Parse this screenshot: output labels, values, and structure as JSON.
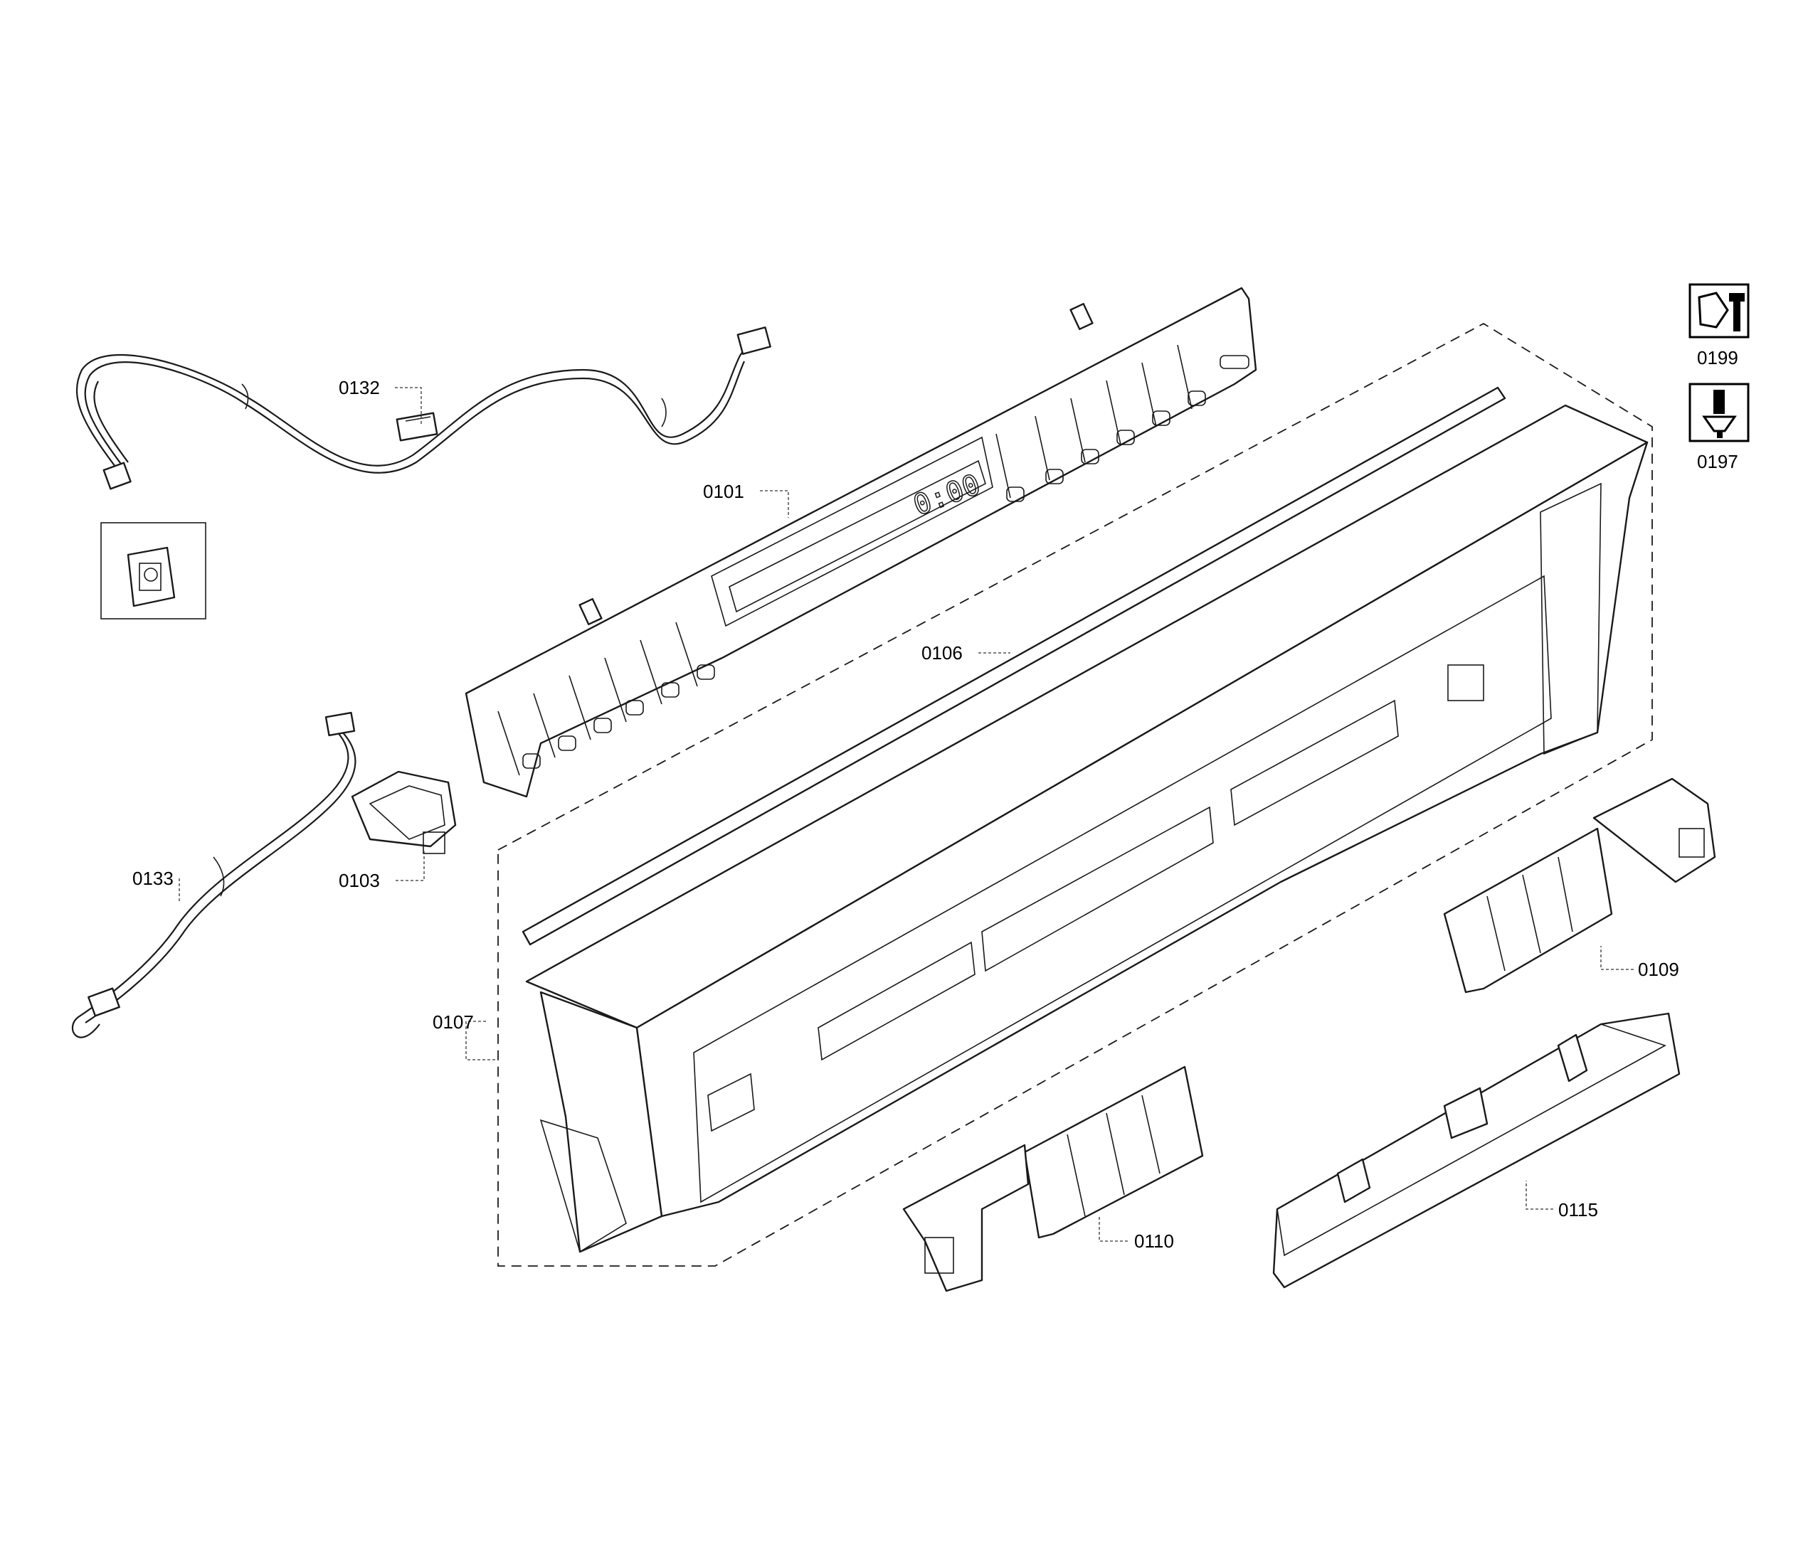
{
  "diagram": {
    "parts": [
      {
        "id": "part-0132",
        "label": "0132"
      },
      {
        "id": "part-0101",
        "label": "0101"
      },
      {
        "id": "part-0106",
        "label": "0106"
      },
      {
        "id": "part-0133",
        "label": "0133"
      },
      {
        "id": "part-0103",
        "label": "0103"
      },
      {
        "id": "part-0107",
        "label": "0107"
      },
      {
        "id": "part-0109",
        "label": "0109"
      },
      {
        "id": "part-0110",
        "label": "0110"
      },
      {
        "id": "part-0115",
        "label": "0115"
      }
    ],
    "legend": [
      {
        "label": "0199",
        "icon": "wrench-nut-icon"
      },
      {
        "label": "0197",
        "icon": "screw-driver-icon"
      }
    ],
    "display_digits": "0:00"
  }
}
